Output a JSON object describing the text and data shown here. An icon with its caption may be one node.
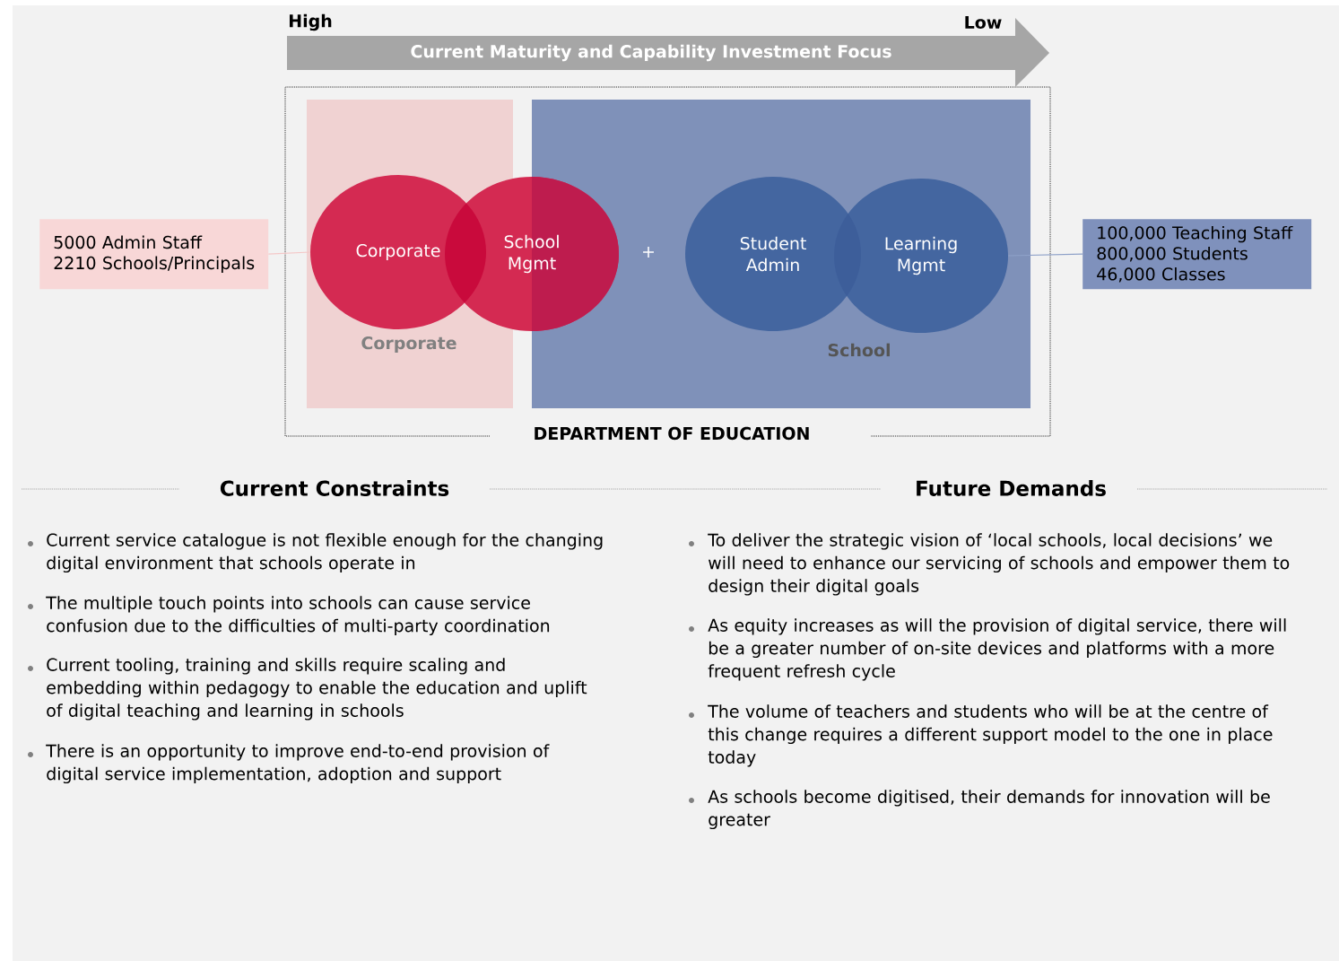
{
  "diagram": {
    "nodes": [
      {
        "text": [
          "DEPARTMENT OF EDUCATION"
        ]
      },
      {
        "text": [
          "Corporate"
        ],
        "in": 0
      },
      {
        "text": [
          "School"
        ],
        "in": 0
      },
      {
        "text": [
          "Corporate"
        ],
        "in": 1
      },
      {
        "text": [
          "School Mgmt"
        ],
        "in": 0
      },
      {
        "text": [
          "Student Admin"
        ],
        "in": 2
      },
      {
        "text": [
          "Learning Mgmt"
        ],
        "in": 2
      },
      {
        "text": [
          "5000 Admin Staff",
          "2210 Schools/Principals"
        ]
      },
      {
        "text": [
          "100,000 Teaching Staff",
          "800,000 Students",
          "46,000 Classes"
        ]
      },
      {
        "text": [
          "Current Maturity and Capability Investment Focus"
        ]
      }
    ],
    "edges": [
      {
        "from": 7,
        "to": 3,
        "arrow": "none",
        "color": "#f4c7c7"
      },
      {
        "from": 6,
        "to": 8,
        "arrow": "none",
        "color": "#8ea1c8"
      }
    ],
    "labels": [
      "High",
      "Low",
      "+",
      "Current  Constraints",
      "Current service catalogue is not flexible enough for the changing digital environment that schools operate in",
      "The multiple touch points into schools can cause service confusion due to the difficulties of multi-party coordination",
      "Current tooling, training and skills require scaling and embedding within pedagogy to enable the education and uplift of digital teaching and learning in schools",
      "There is an opportunity to improve end-to-end provision of digital service implementation, adoption and support",
      "Future Demands",
      "To deliver the strategic vision of ‘local schools, local decisions’ we will need to enhance our servicing of schools and empower them to design their digital goals",
      "As equity increases as will the provision of digital service, there will be a greater number of on-site devices and platforms with a more frequent refresh cycle",
      "The volume of teachers and students who will be at the centre of this change requires a different support model to the one in place today",
      "As schools become digitised, their demands for  innovation will be greater"
    ]
  }
}
